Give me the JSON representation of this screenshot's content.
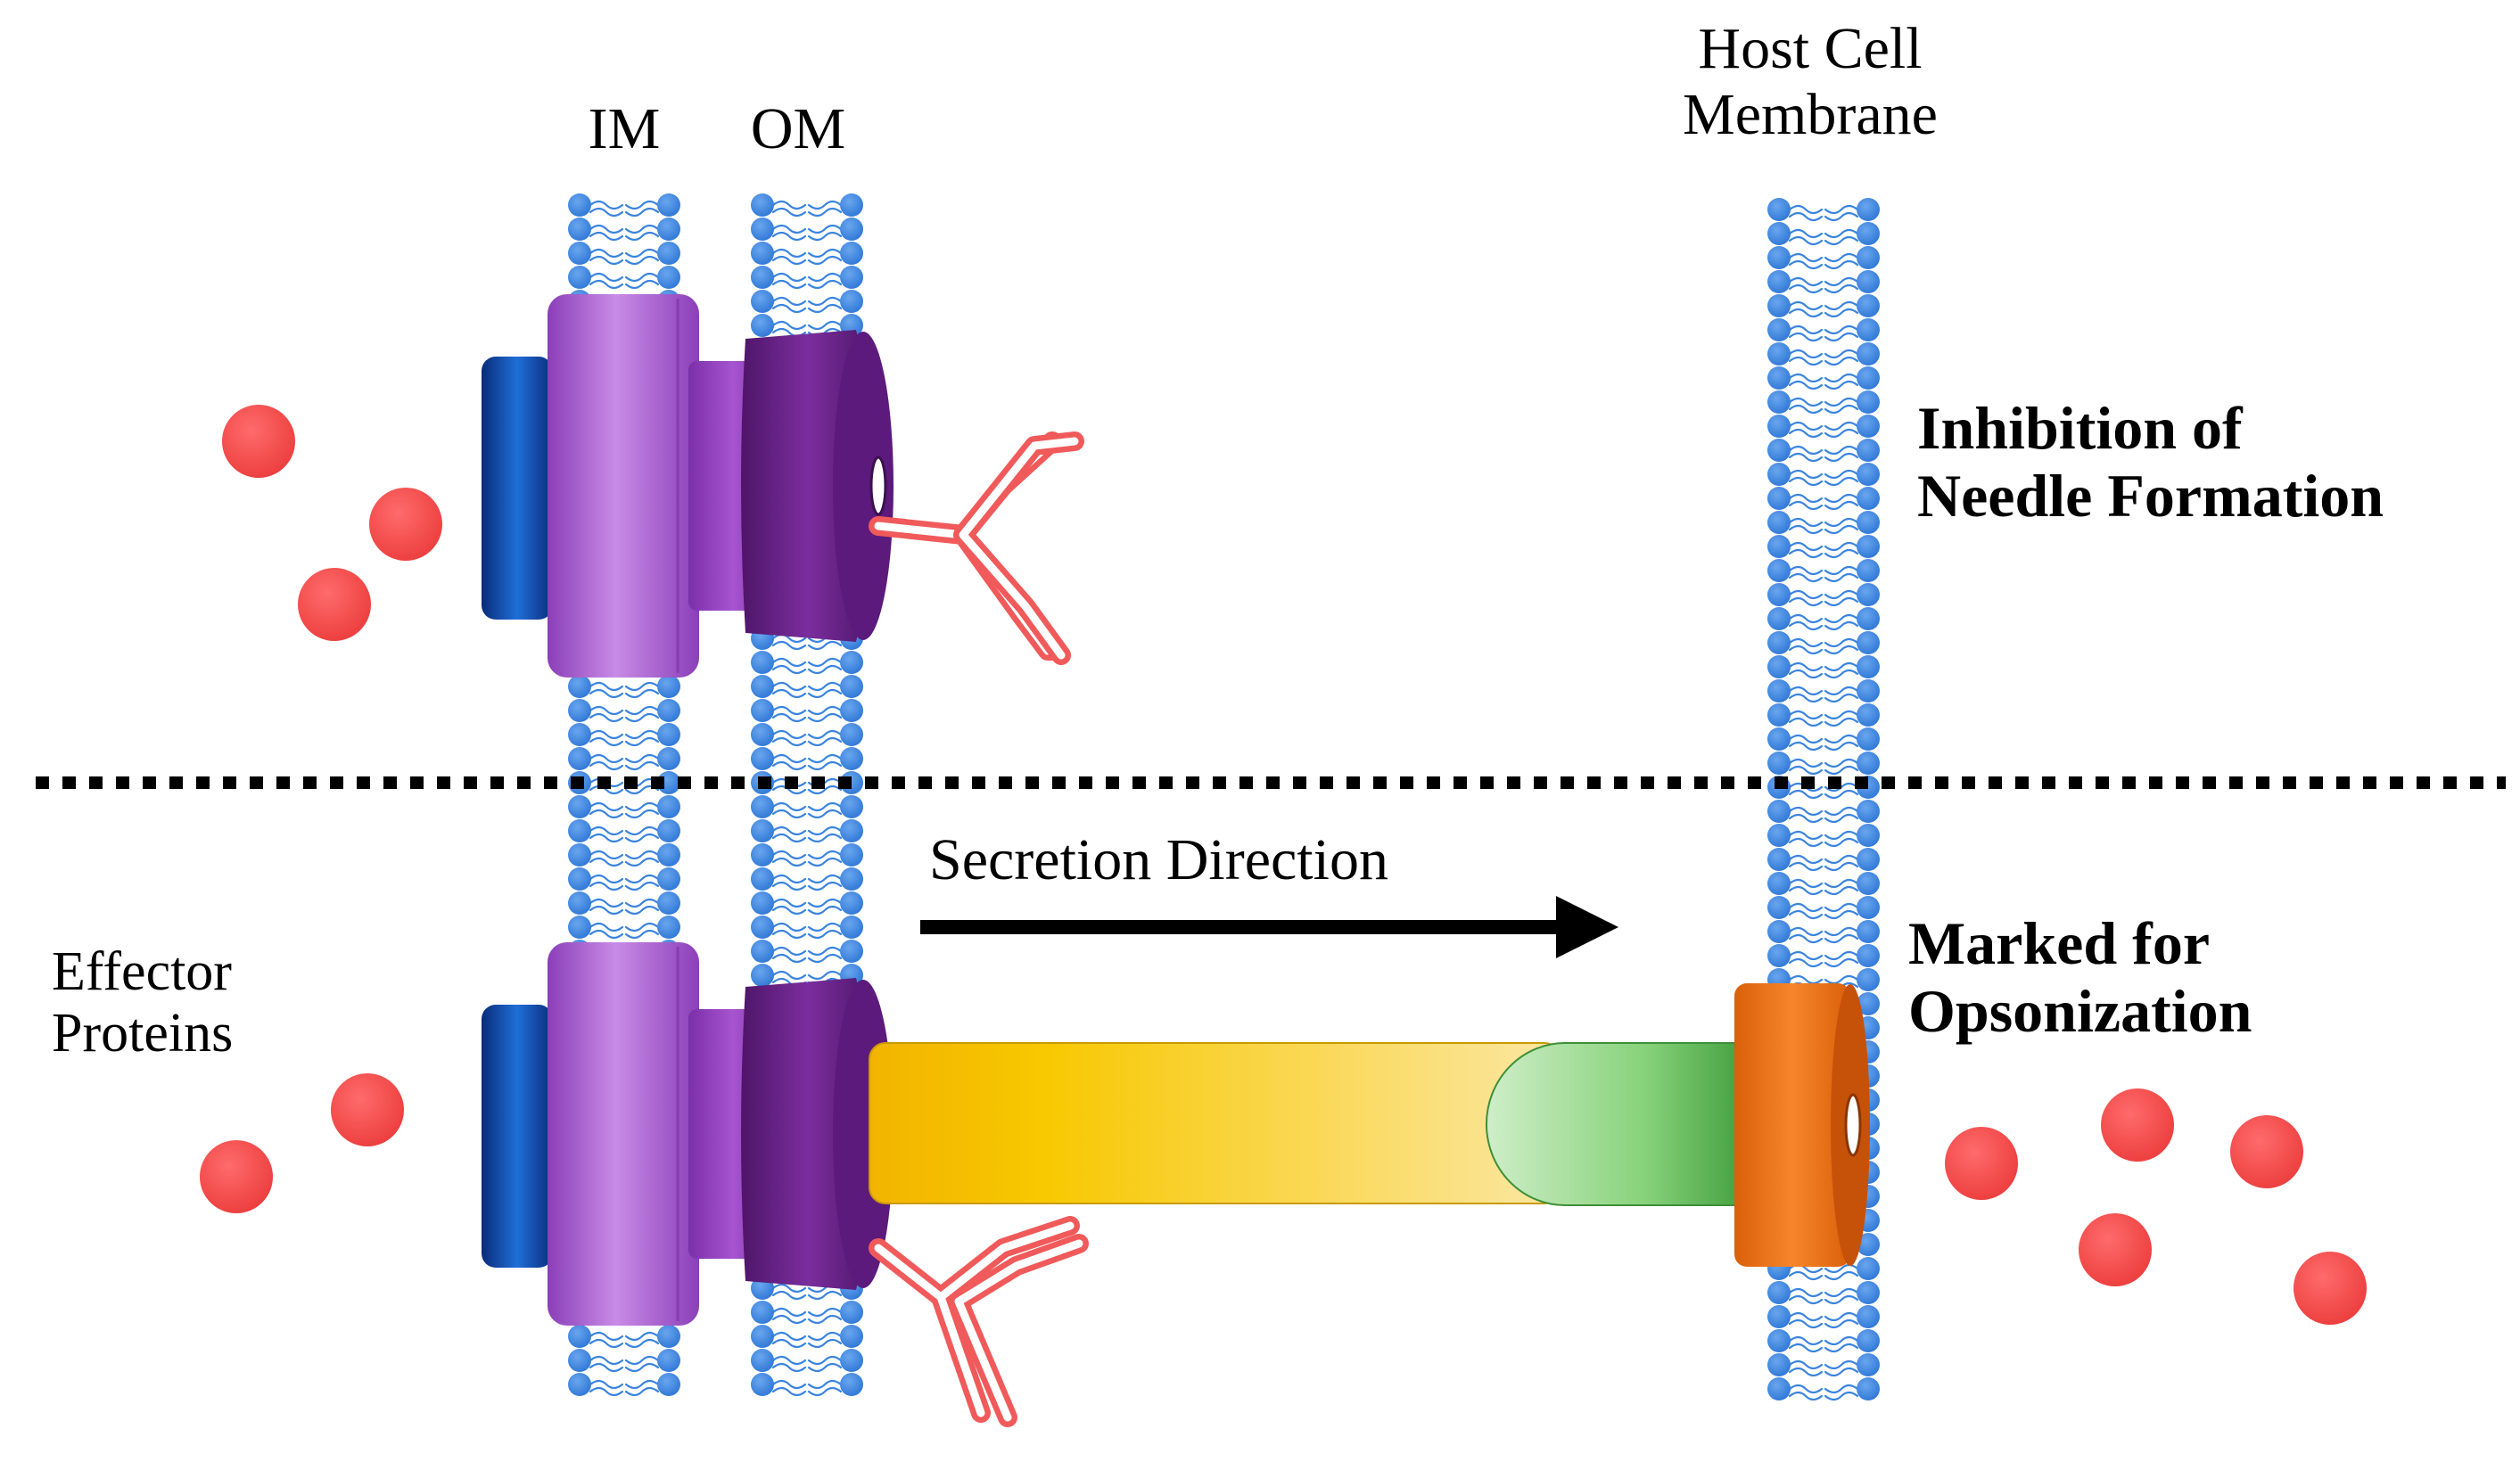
{
  "labels": {
    "inner_membrane": "IM",
    "outer_membrane": "OM",
    "host_membrane_line1": "Host Cell",
    "host_membrane_line2": "Membrane",
    "secretion_direction": "Secretion Direction",
    "effector_line1": "Effector",
    "effector_line2": "Proteins",
    "inhibition_line1": "Inhibition of",
    "inhibition_line2": "Needle Formation",
    "opsonization_line1": "Marked for",
    "opsonization_line2": "Opsonization"
  },
  "colors": {
    "lipid_head": "#3b84dd",
    "lipid_tail": "#3b84dd",
    "dark_blue_ring": "#0a3a9e",
    "purple_ring": "#b06ad8",
    "dark_purple_ring": "#6a1f8a",
    "needle": "#f6c200",
    "tip": "#7fcf72",
    "host_pore": "#f07c1c",
    "effector": "#f04848",
    "antibody": "#f05a5a",
    "arrow": "#000000"
  }
}
